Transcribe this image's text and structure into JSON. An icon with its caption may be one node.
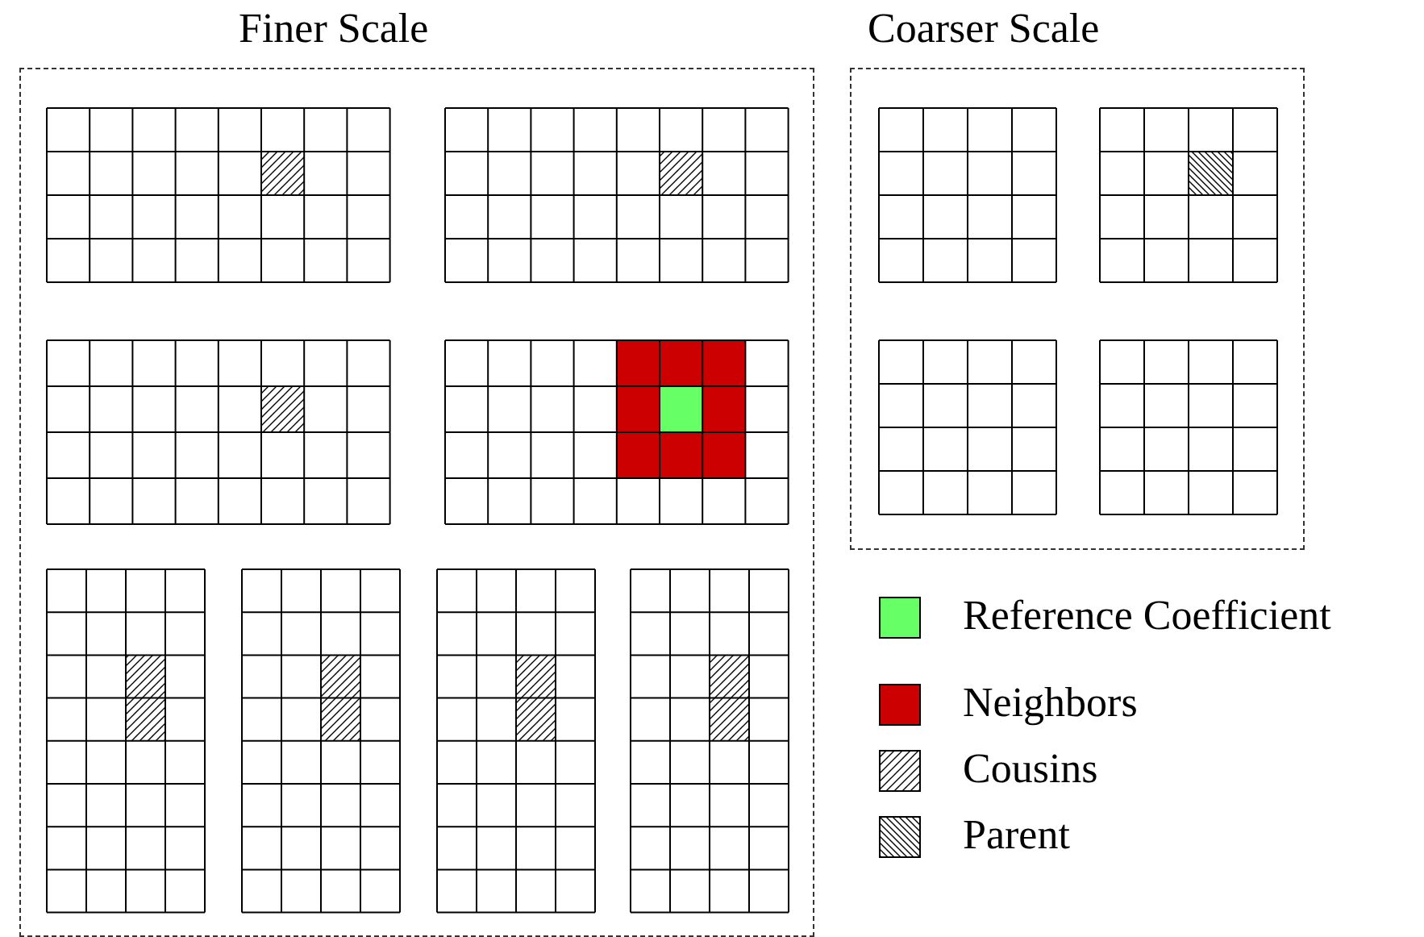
{
  "diagram": {
    "nodes": [
      {
        "text": [
          "Finer Scale"
        ]
      },
      {
        "text": [
          "Coarser Scale"
        ]
      }
    ],
    "legend": [
      {
        "text": "Reference Coefficient",
        "color": "#66ff66"
      },
      {
        "text": "Neighbors",
        "color": "#cc0000"
      },
      {
        "text": "Cousins"
      },
      {
        "text": "Parent"
      }
    ]
  }
}
